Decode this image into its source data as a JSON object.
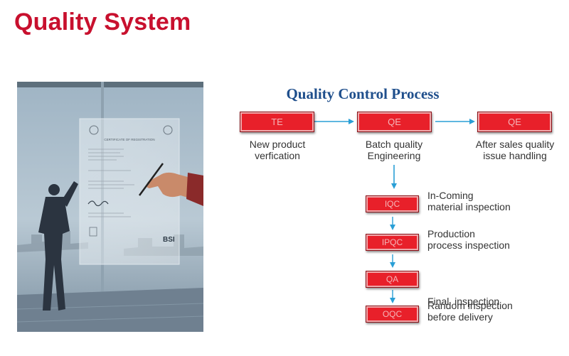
{
  "header": {
    "title": "Quality System"
  },
  "photo": {
    "certificate_title": "CERTIFICATE OF REGISTRATION",
    "logo_text": "BSI"
  },
  "diagram": {
    "title": "Quality Control Process",
    "top_boxes": [
      {
        "code": "TE",
        "caption_line1": "New product",
        "caption_line2": "verfication"
      },
      {
        "code": "QE",
        "caption_line1": "Batch quality",
        "caption_line2": "Engineering"
      },
      {
        "code": "QE",
        "caption_line1": "After sales quality",
        "caption_line2": "issue handling"
      }
    ],
    "steps": [
      {
        "code": "IQC",
        "label_line1": "In-Coming",
        "label_line2": "material inspection"
      },
      {
        "code": "IPQC",
        "label_line1": "Production",
        "label_line2": "process inspection"
      },
      {
        "code": "QA",
        "label_line1": "Final  inspection",
        "label_line2": ""
      },
      {
        "code": "OQC",
        "label_line1": "Random inspection",
        "label_line2": "before delivery"
      }
    ]
  },
  "colors": {
    "title_red": "#c8102e",
    "box_red": "#e8202a",
    "arrow_blue": "#2a9fd6",
    "diagram_title_blue": "#1f4f8c"
  }
}
